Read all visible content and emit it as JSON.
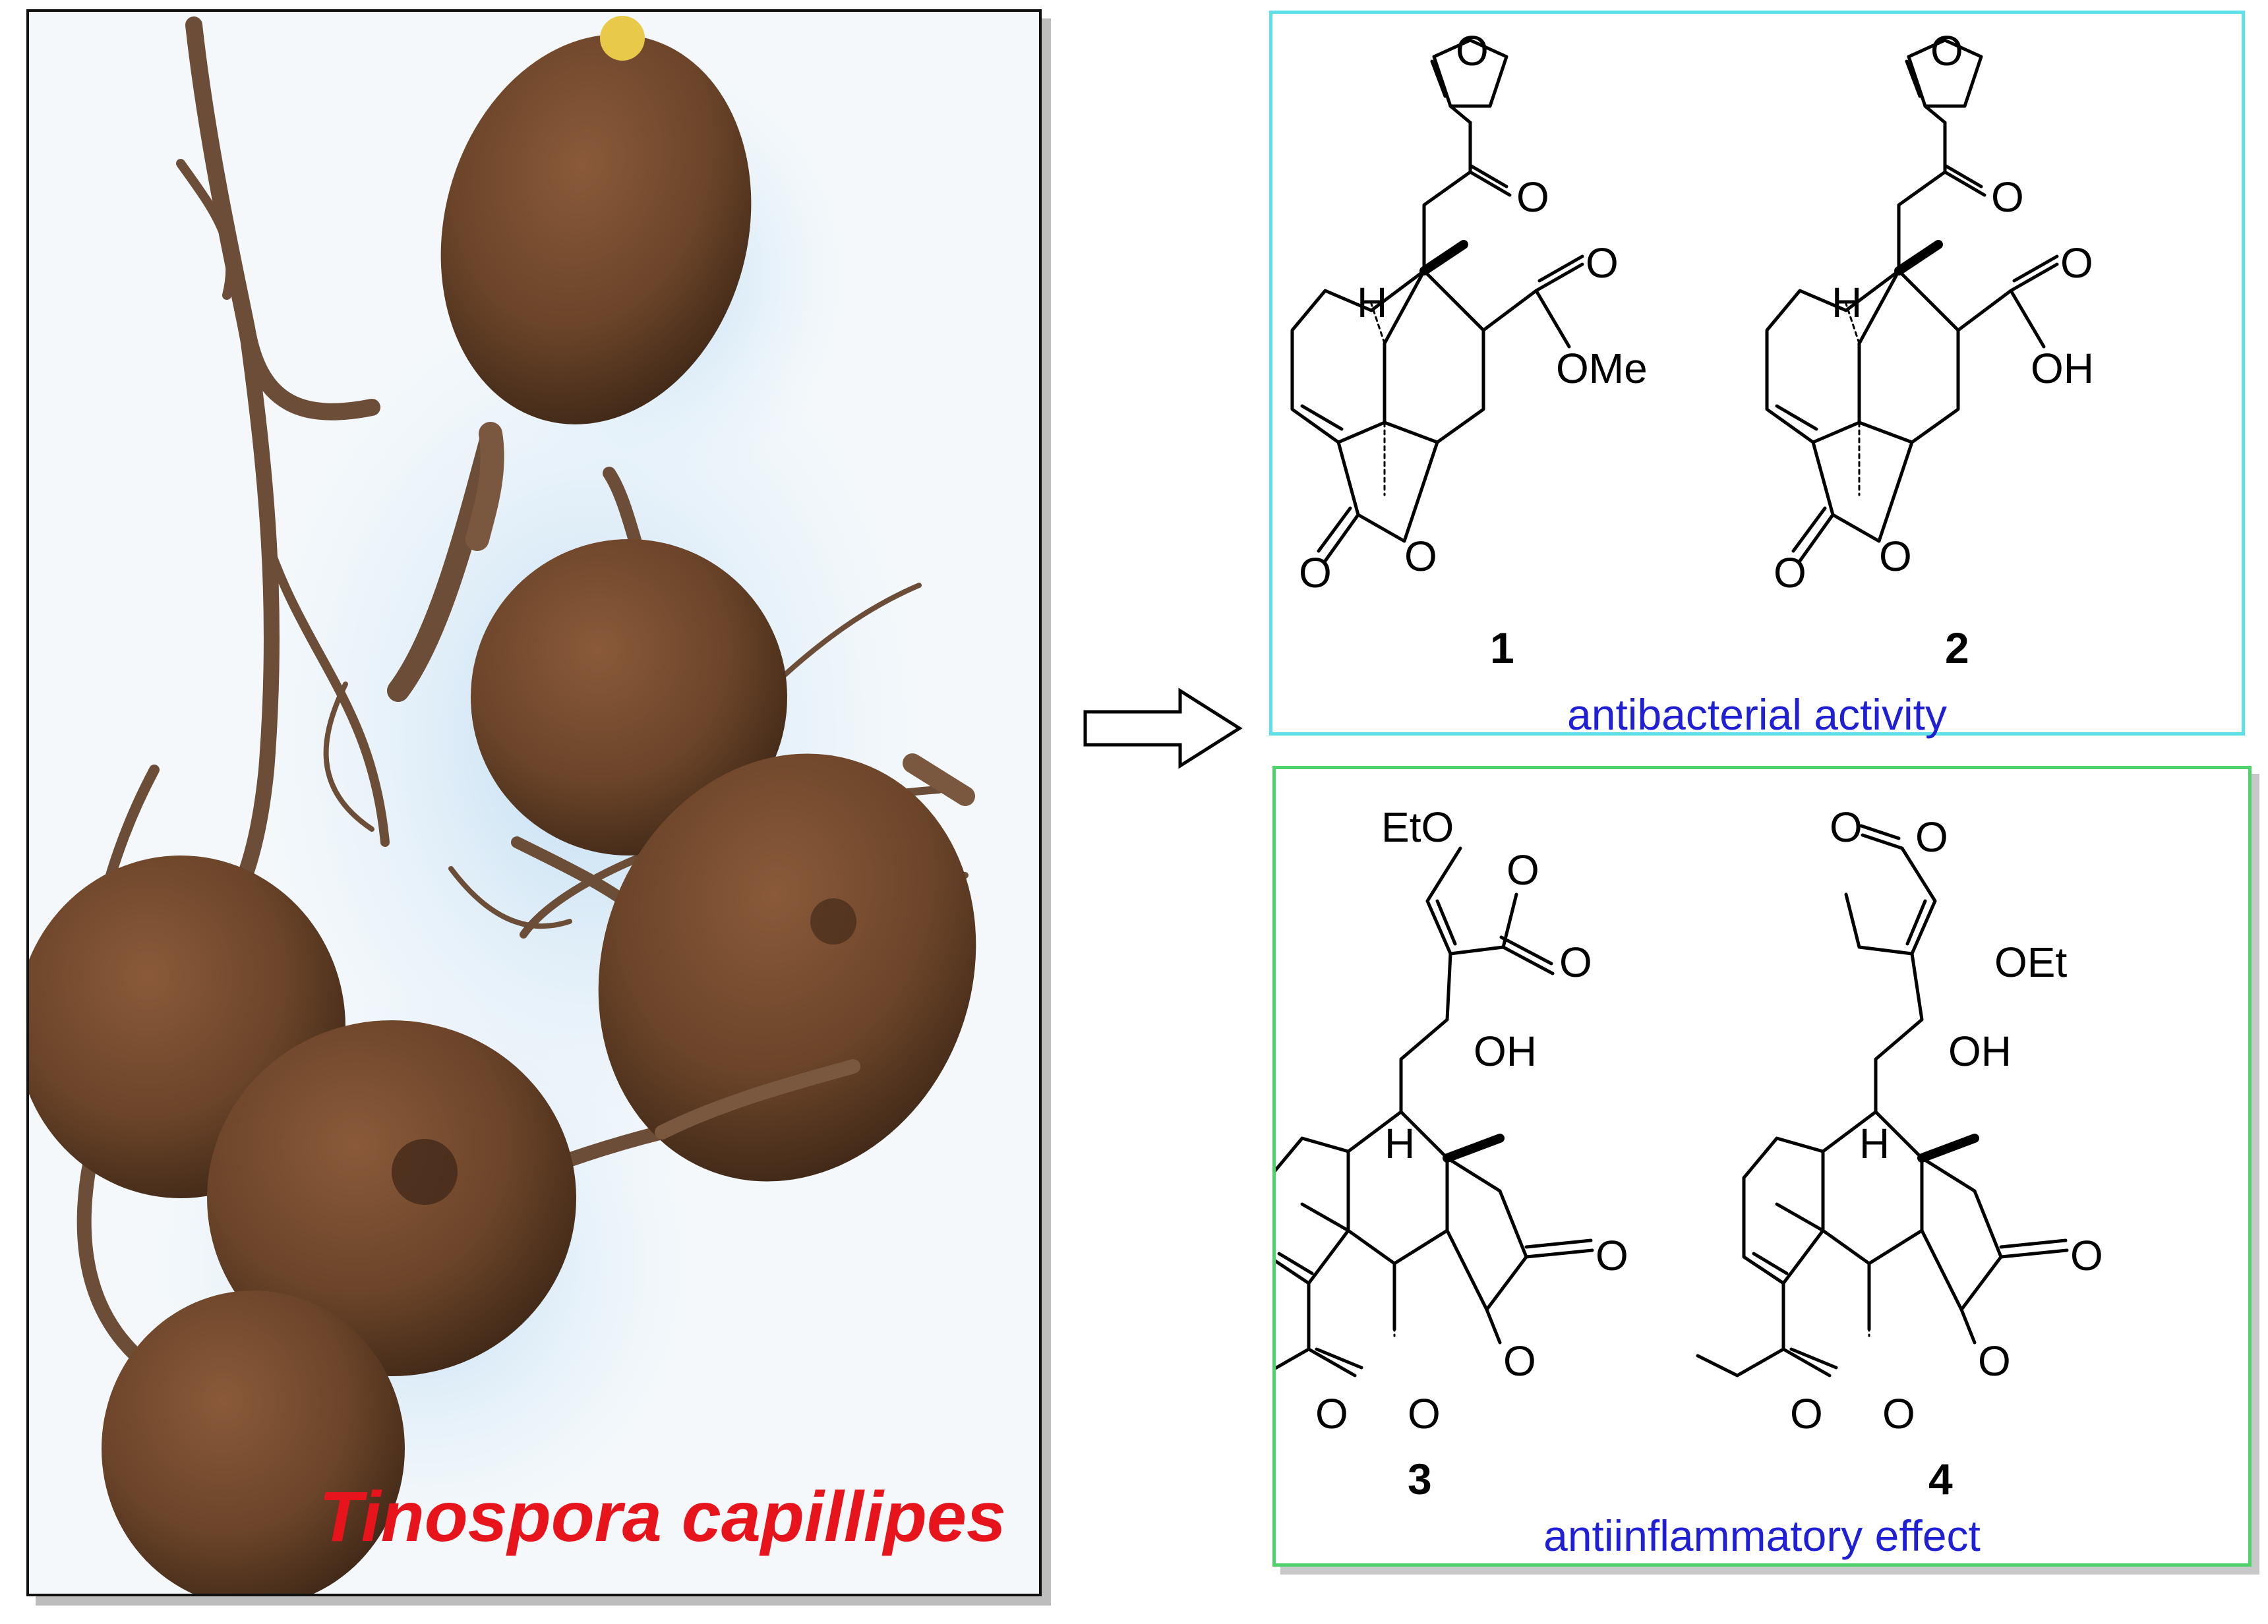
{
  "photo": {
    "species_label": "Tinospora capillipes",
    "label_color": "#e8141b"
  },
  "arrow": {
    "icon": "right-arrow-icon"
  },
  "antibacterial_group": {
    "border_color": "#5ee0ea",
    "activity": "antibacterial activity",
    "compounds": [
      {
        "number": "1",
        "atoms": [
          "O",
          "O",
          "H",
          "O",
          "OMe",
          "O",
          "O"
        ]
      },
      {
        "number": "2",
        "atoms": [
          "O",
          "O",
          "H",
          "O",
          "OH",
          "O",
          "O"
        ]
      }
    ]
  },
  "antiinflammatory_group": {
    "border_color": "#4fd26a",
    "activity": "antiinflammatory effect",
    "compounds": [
      {
        "number": "3",
        "atoms": [
          "EtO",
          "O",
          "O",
          "OH",
          "H",
          "O",
          "O",
          "O",
          "O"
        ]
      },
      {
        "number": "4",
        "atoms": [
          "O",
          "O",
          "OEt",
          "OH",
          "H",
          "O",
          "O",
          "O",
          "O"
        ]
      }
    ]
  },
  "text_color": "#1f1fd6"
}
